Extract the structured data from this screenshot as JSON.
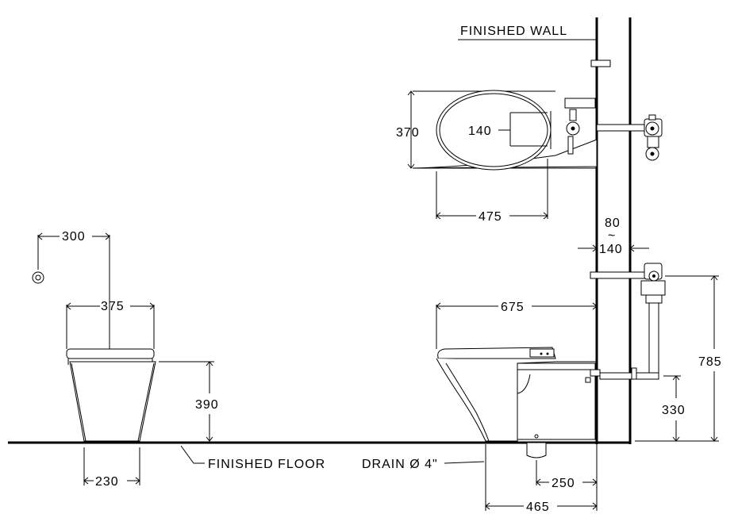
{
  "labels": {
    "finished_wall": "FINISHED WALL",
    "finished_floor": "FINISHED FLOOR",
    "drain": "DRAIN Ø 4\""
  },
  "dimensions": {
    "d370": "370",
    "d140_top": "140",
    "d475": "475",
    "d80": "80",
    "tilde": "~",
    "d140_wall": "140",
    "d300": "300",
    "d375": "375",
    "d675": "675",
    "d785": "785",
    "d390": "390",
    "d330": "330",
    "d230": "230",
    "d250": "250",
    "d465": "465"
  }
}
